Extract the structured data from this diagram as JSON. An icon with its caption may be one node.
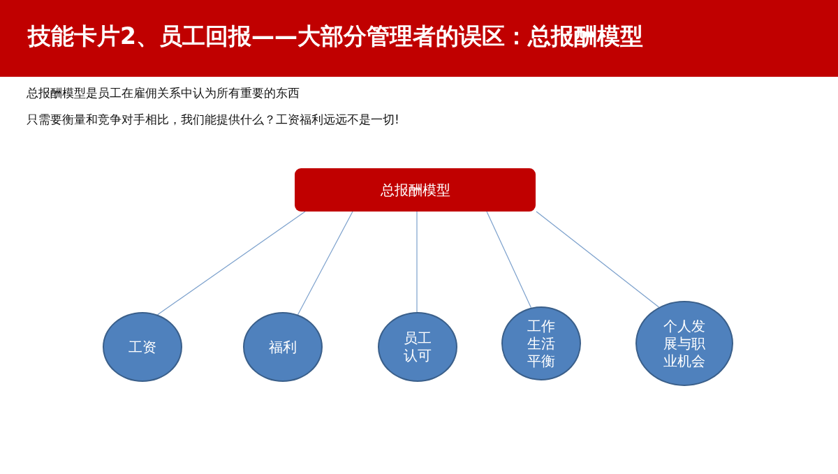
{
  "diagram": {
    "title": "技能卡片2、员工回报——大部分管理者的误区：总报酬模型",
    "nodes": [
      {
        "text": [
          "总报酬模型"
        ]
      },
      {
        "text": [
          "工资"
        ]
      },
      {
        "text": [
          "福利"
        ]
      },
      {
        "text": [
          "员工认可"
        ]
      },
      {
        "text": [
          "工作生活平衡"
        ]
      },
      {
        "text": [
          "个人发展与职业机会"
        ]
      }
    ],
    "edges": [
      {
        "from": 0,
        "to": 1,
        "arrow": "none"
      },
      {
        "from": 0,
        "to": 2,
        "arrow": "none"
      },
      {
        "from": 0,
        "to": 3,
        "arrow": "none"
      },
      {
        "from": 0,
        "to": 4,
        "arrow": "none"
      },
      {
        "from": 0,
        "to": 5,
        "arrow": "none"
      }
    ],
    "labels": [
      "总报酬模型是员工在雇佣关系中认为所有重要的东西",
      "只需要衡量和竞争对手相比，我们能提供什么？工资福利远远不是一切!"
    ]
  }
}
